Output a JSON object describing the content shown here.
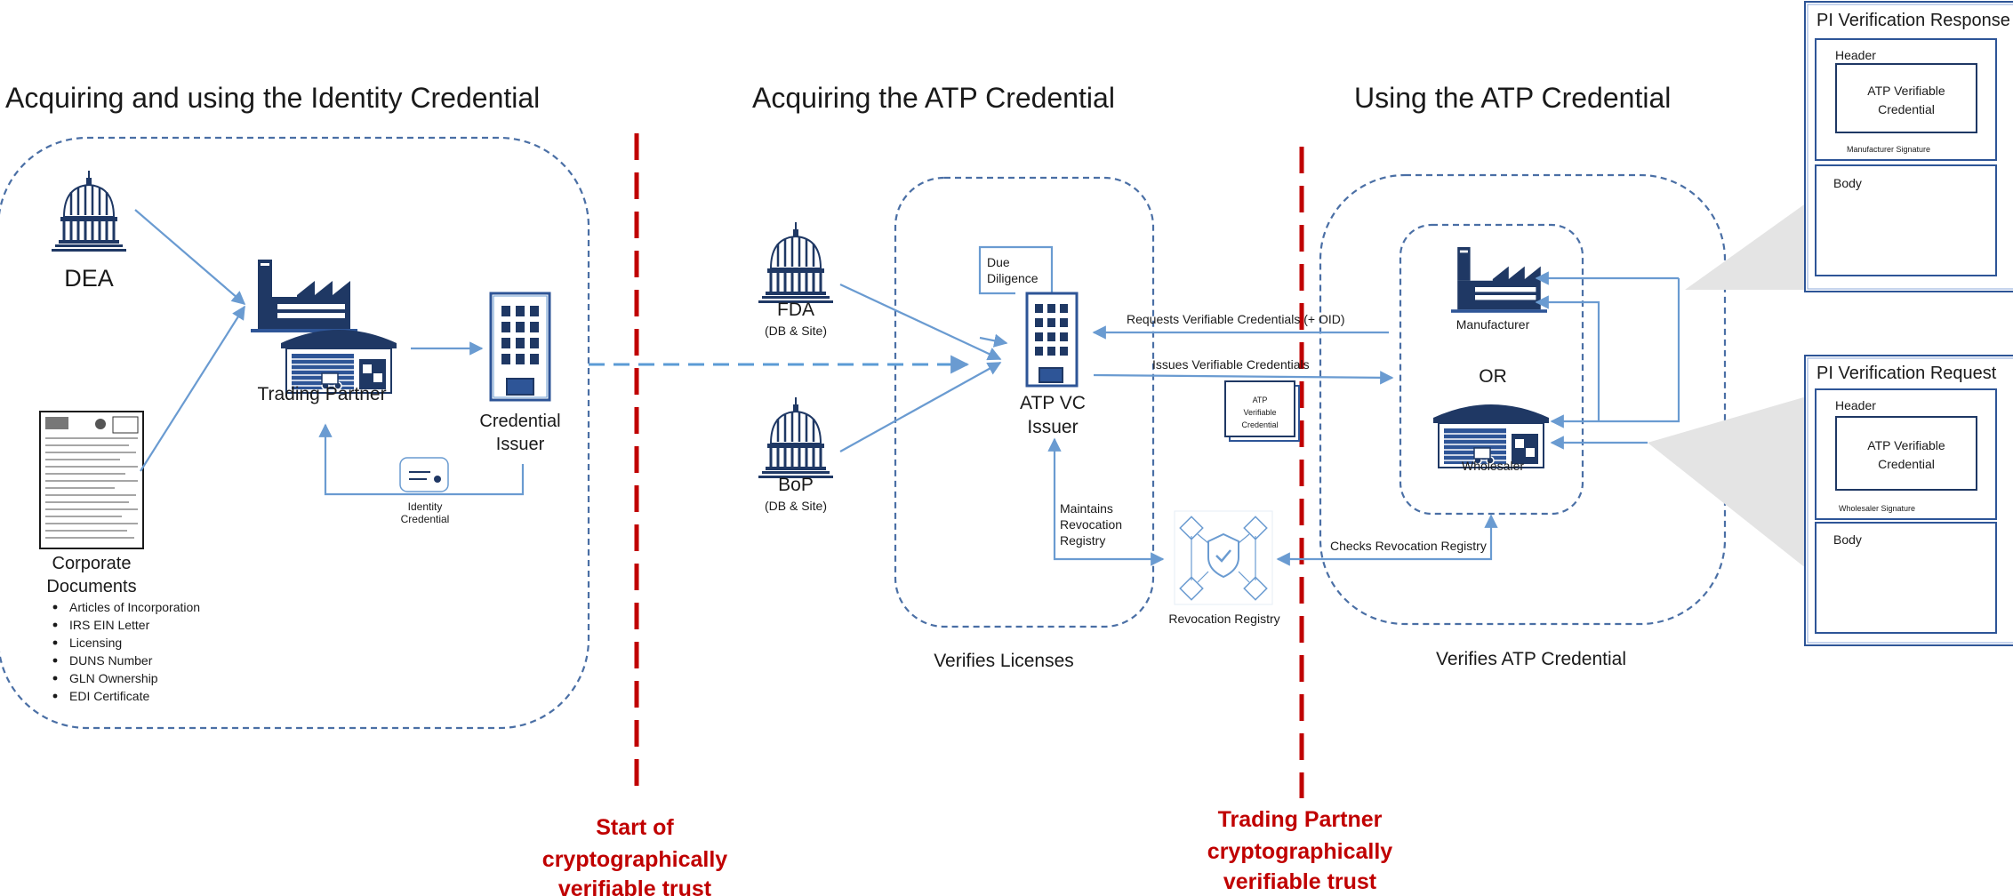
{
  "sections": {
    "identity_title": "Acquiring and using the Identity Credential",
    "atp_acquire_title": "Acquiring the ATP Credential",
    "atp_use_title": "Using the ATP Credential"
  },
  "identity": {
    "dea_label": "DEA",
    "trading_partner_label": "Trading Partner",
    "issuer_line1": "Credential",
    "issuer_line2": "Issuer",
    "identity_credential_line1": "Identity",
    "identity_credential_line2": "Credential",
    "corporate_line1": "Corporate",
    "corporate_line2": "Documents",
    "documents": [
      "Articles of Incorporation",
      "IRS EIN Letter",
      "Licensing",
      "DUNS Number",
      "GLN Ownership",
      "EDI Certificate"
    ]
  },
  "acquire": {
    "fda_label": "FDA",
    "fda_sub": "(DB & Site)",
    "bop_label": "BoP",
    "bop_sub": "(DB & Site)",
    "due_line1": "Due",
    "due_line2": "Diligence",
    "issuer_line1": "ATP VC",
    "issuer_line2": "Issuer",
    "maintains_line1": "Maintains",
    "maintains_line2": "Revocation",
    "maintains_line3": "Registry",
    "verifies_licenses": "Verifies Licenses"
  },
  "middle": {
    "requests": "Requests Verifiable Credentials (+ OID)",
    "issues": "Issues Verifiable Credentials",
    "vc_line1": "ATP",
    "vc_line2": "Verifiable",
    "vc_line3": "Credential",
    "revocation_registry": "Revocation Registry",
    "checks_revocation": "Checks Revocation Registry"
  },
  "use": {
    "manufacturer": "Manufacturer",
    "or": "OR",
    "wholesaler": "Wholesaler",
    "verifies_atp": "Verifies ATP Credential"
  },
  "response_panel": {
    "title": "PI Verification Response",
    "header": "Header",
    "vc_line1": "ATP Verifiable",
    "vc_line2": "Credential",
    "signature": "Manufacturer  Signature",
    "body": "Body"
  },
  "request_panel": {
    "title": "PI Verification Request",
    "header": "Header",
    "vc_line1": "ATP Verifiable",
    "vc_line2": "Credential",
    "signature": "Wholesaler  Signature",
    "body": "Body"
  },
  "trust": {
    "start_line1": "Start of",
    "start_line2": "cryptographically",
    "start_line3": "verifiable trust",
    "tp_line1": "Trading Partner",
    "tp_line2": "cryptographically",
    "tp_line3": "verifiable trust"
  },
  "colors": {
    "accent": "#2e5597",
    "navy": "#1f3864",
    "arrow": "#6a9bd1",
    "trust_red": "#c00000"
  }
}
